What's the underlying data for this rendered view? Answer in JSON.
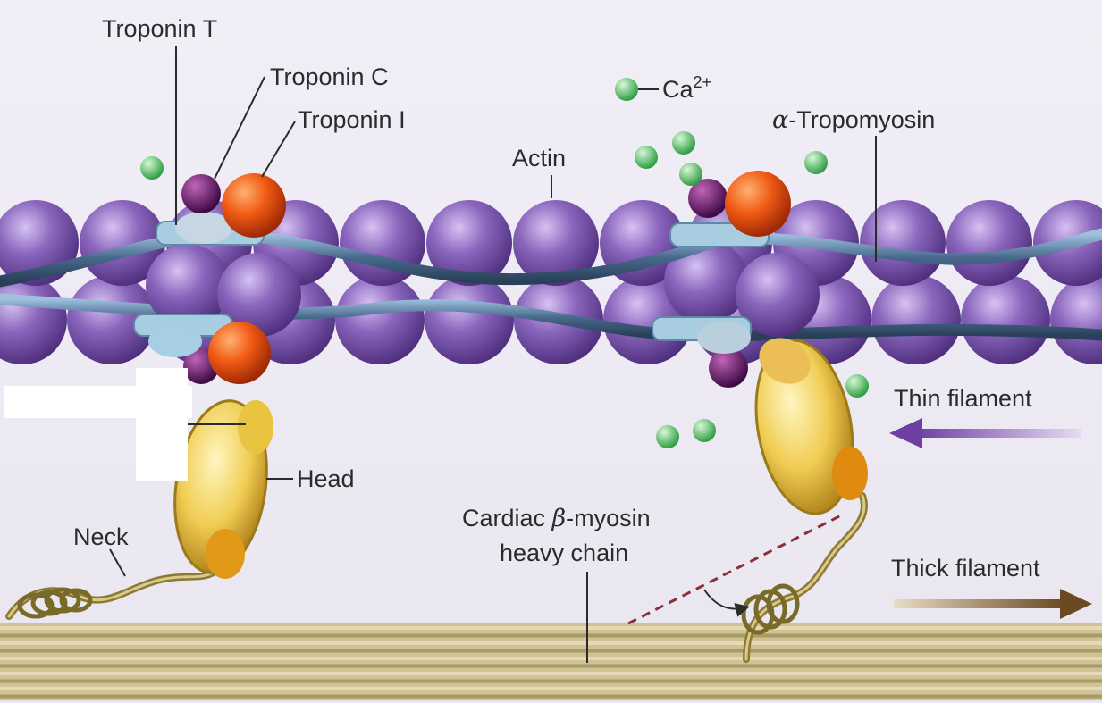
{
  "diagram": {
    "labels": {
      "troponin_t": "Troponin T",
      "troponin_c": "Troponin C",
      "troponin_i": "Troponin I",
      "actin": "Actin",
      "calcium": "Ca",
      "calcium_charge": "2+",
      "tropomyosin_prefix": "α",
      "tropomyosin": "-Tropomyosin",
      "thin_filament": "Thin filament",
      "head": "Head",
      "neck": "Neck",
      "myosin_line1_a": "Cardiac ",
      "myosin_line1_beta": "β",
      "myosin_line1_b": "-myosin",
      "myosin_line2": "heavy chain",
      "thick_filament": "Thick filament"
    },
    "colors": {
      "actin": "#7e5cb0",
      "tropomyosin": "#4a6d8f",
      "troponin_c": "#5a1060",
      "troponin_i": "#e04a10",
      "troponin_t": "#a8cde0",
      "calcium": "#4cbf5c",
      "myosin_head": "#e8c24a",
      "thick_filament": "#b9aa74",
      "thin_arrow": "#7a4fa8",
      "thick_arrow": "#6a4a22"
    }
  }
}
